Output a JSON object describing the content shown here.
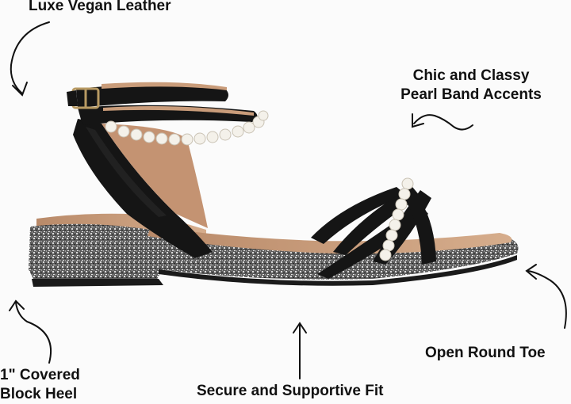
{
  "callouts": {
    "leather": "Luxe Vegan Leather",
    "pearl_line1": "Chic and Classy",
    "pearl_line2": "Pearl Band Accents",
    "toe": "Open Round Toe",
    "heel_line1": "1\" Covered",
    "heel_line2": "Block Heel",
    "fit": "Secure and Supportive Fit"
  },
  "colors": {
    "background": "#fbfbfb",
    "strap_black": "#151515",
    "insole_tan": "#c99c7a",
    "tweed_gray": "#5a5a5a",
    "pearl": "#f4f1ea",
    "buckle_gold": "#b89a63"
  }
}
